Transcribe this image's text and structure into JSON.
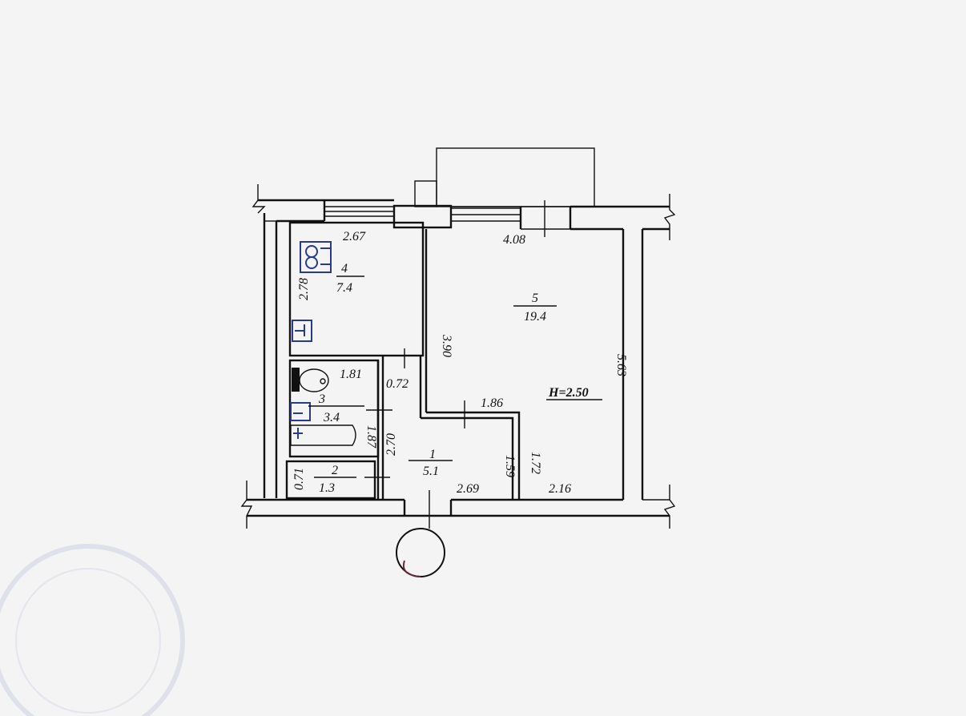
{
  "plan": {
    "ceiling_height": "H=2.50",
    "rooms": [
      {
        "number": "1",
        "area": "5.1"
      },
      {
        "number": "2",
        "area": "1.3"
      },
      {
        "number": "3",
        "area": "3.4"
      },
      {
        "number": "4",
        "area": "7.4"
      },
      {
        "number": "5",
        "area": "19.4"
      }
    ],
    "dimensions": {
      "kitchen_width": "2.67",
      "kitchen_length": "2.78",
      "living_width": "4.08",
      "living_length": "5.63",
      "living_partition": "3.90",
      "bath_width": "1.81",
      "bath_length": "1.87",
      "closet_length": "0.72",
      "corridor_length": "2.70",
      "corridor_width": "2.69",
      "living_offset_width": "1.86",
      "corridor_recess": "1.59",
      "living_recess": "1.72",
      "living_bottom": "2.16",
      "wc_length": "0.71"
    },
    "fixtures": [
      "stove-icon",
      "sink-icon",
      "toilet-icon",
      "bathtub-icon"
    ]
  }
}
